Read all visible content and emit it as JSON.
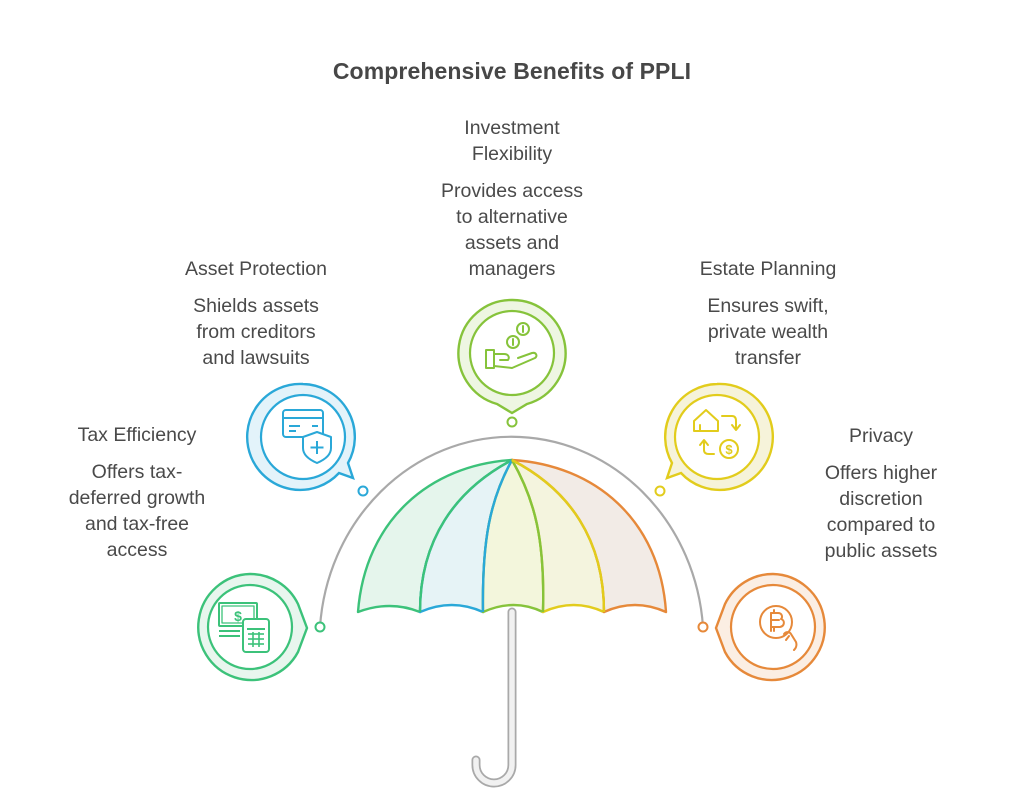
{
  "title": "Comprehensive Benefits of PPLI",
  "colors": {
    "green": "#3cc27a",
    "blue": "#2aa8d8",
    "lime": "#86c33b",
    "yellow": "#e2cc1c",
    "orange": "#e6893a",
    "arc": "#a9a9a9",
    "text": "#4a4a4a"
  },
  "benefits": [
    {
      "title": "Tax Efficiency",
      "description": [
        "Offers tax-",
        "deferred growth",
        "and tax-free",
        "access"
      ],
      "icon": "money-calculator-icon",
      "color": "#3cc27a"
    },
    {
      "title": "Asset Protection",
      "description": [
        "Shields assets",
        "from creditors",
        "and lawsuits"
      ],
      "icon": "card-shield-icon",
      "color": "#2aa8d8"
    },
    {
      "title_lines": [
        "Investment",
        "Flexibility"
      ],
      "title": "Investment Flexibility",
      "description": [
        "Provides access",
        "to alternative",
        "assets and",
        "managers"
      ],
      "icon": "hand-coins-icon",
      "color": "#86c33b"
    },
    {
      "title": "Estate Planning",
      "description": [
        "Ensures swift,",
        "private wealth",
        "transfer"
      ],
      "icon": "house-exchange-dollar-icon",
      "color": "#e2cc1c"
    },
    {
      "title": "Privacy",
      "description": [
        "Offers higher",
        "discretion",
        "compared to",
        "public assets"
      ],
      "icon": "bitcoin-hand-icon",
      "color": "#e6893a"
    }
  ]
}
